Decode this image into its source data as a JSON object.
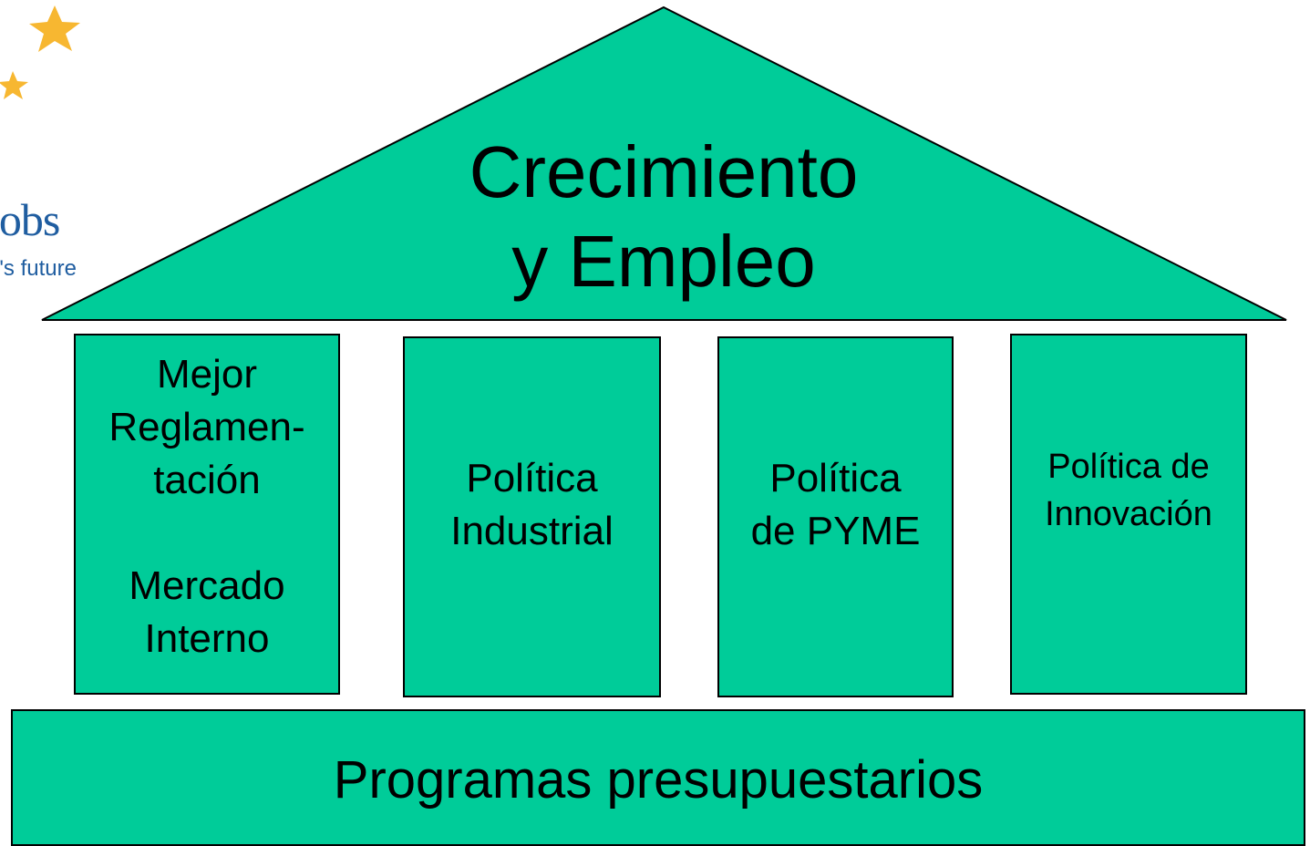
{
  "logo": {
    "word": "jobs",
    "tagline": "e's future",
    "star_color": "#f7b731",
    "text_color": "#1f5da0"
  },
  "roof": {
    "title_line1": "Crecimiento",
    "title_line2": "y Empleo"
  },
  "pillars": [
    {
      "lines": [
        "Mejor",
        "Reglamen-",
        "tación"
      ],
      "lines2": [
        "Mercado",
        "Interno"
      ]
    },
    {
      "lines": [
        "Política",
        "Industrial"
      ]
    },
    {
      "lines": [
        "Política",
        "de PYME"
      ]
    },
    {
      "lines": [
        "Política de",
        "Innovación"
      ]
    }
  ],
  "base": {
    "label": "Programas presupuestarios"
  },
  "colors": {
    "fill": "#00cc99",
    "stroke": "#000000"
  }
}
